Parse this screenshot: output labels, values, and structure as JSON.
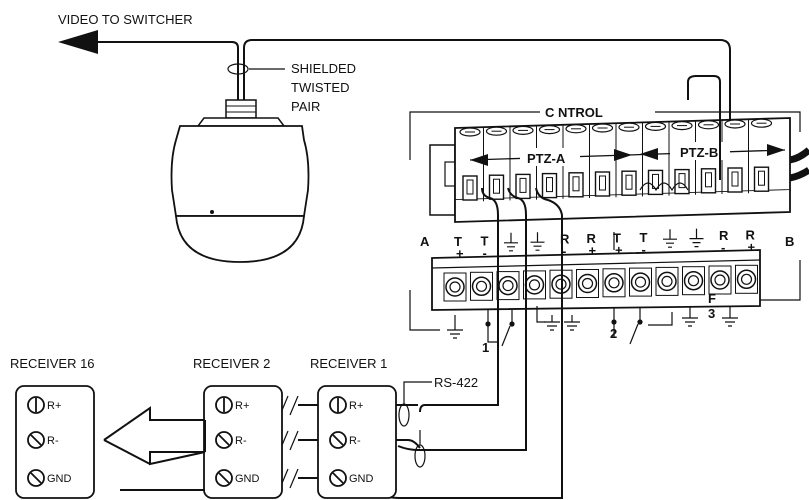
{
  "labels": {
    "video": "VIDEO TO SWITCHER",
    "shielded_line1": "SHIELDED",
    "shielded_line2": "TWISTED",
    "shielded_line3": "PAIR",
    "control": "C  NTROL",
    "ptz_a": "PTZ-A",
    "ptz_b": "PTZ-B",
    "rs422": "RS-422"
  },
  "terminal_labels": {
    "a_side": "A",
    "b_side": "B",
    "top_row": [
      "T",
      "T",
      "",
      "",
      "R",
      "R",
      "T",
      "T",
      "",
      "",
      "R",
      "R"
    ],
    "top_signs": [
      "+",
      "-",
      "",
      "",
      "-",
      "+",
      "+",
      "-",
      "",
      "",
      "-",
      "+"
    ],
    "bottom_1": "1",
    "bottom_2": "2",
    "bottom_f": "F",
    "bottom_3": "3"
  },
  "receivers": [
    {
      "title": "RECEIVER 16",
      "terminals": [
        "R+",
        "R-",
        "GND"
      ]
    },
    {
      "title": "RECEIVER 2",
      "terminals": [
        "R+",
        "R-",
        "GND"
      ]
    },
    {
      "title": "RECEIVER 1",
      "terminals": [
        "R+",
        "R-",
        "GND"
      ]
    }
  ]
}
